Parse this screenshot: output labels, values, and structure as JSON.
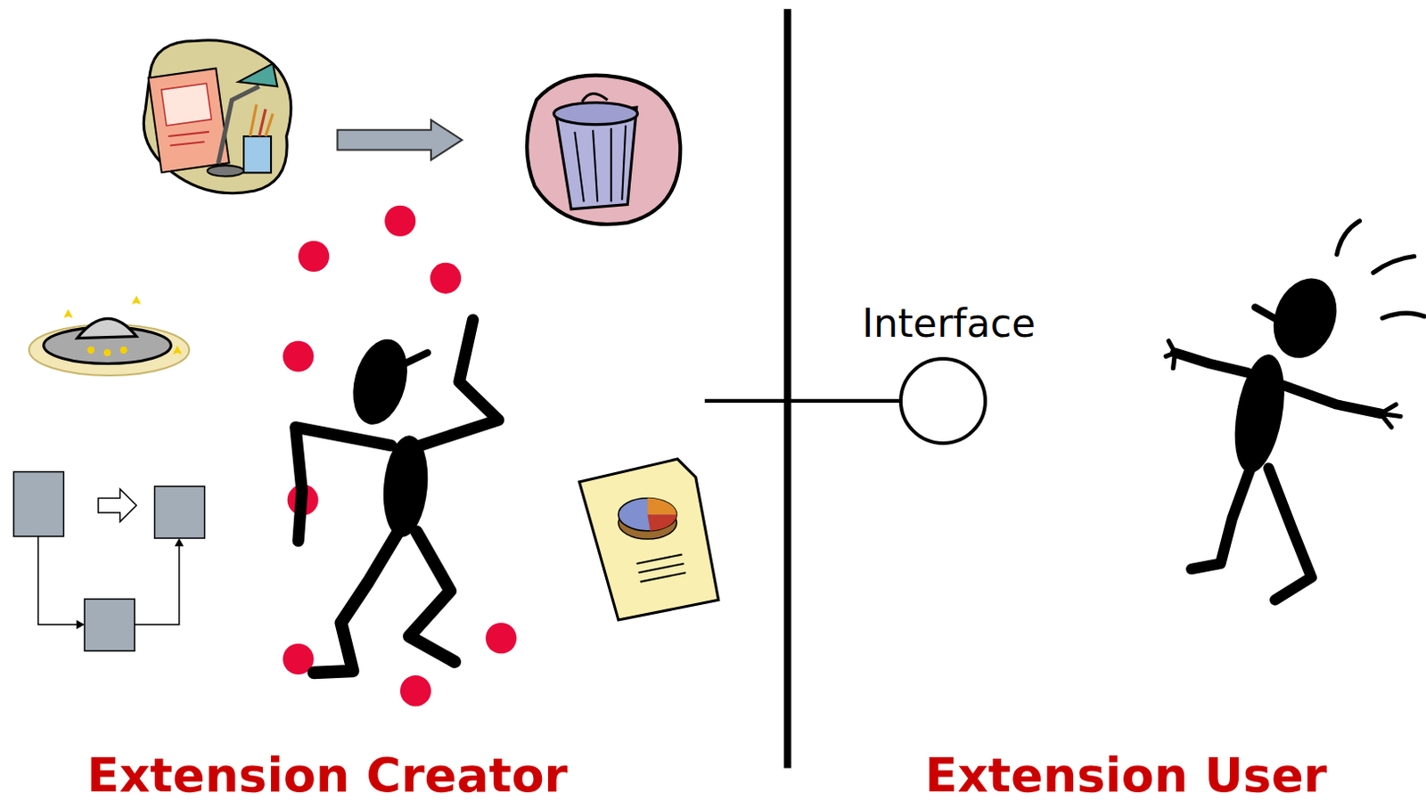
{
  "diagram": {
    "nodes": [
      {
        "text": [
          "Interface"
        ]
      }
    ],
    "labels": [
      "Extension Creator",
      "Extension User"
    ]
  }
}
